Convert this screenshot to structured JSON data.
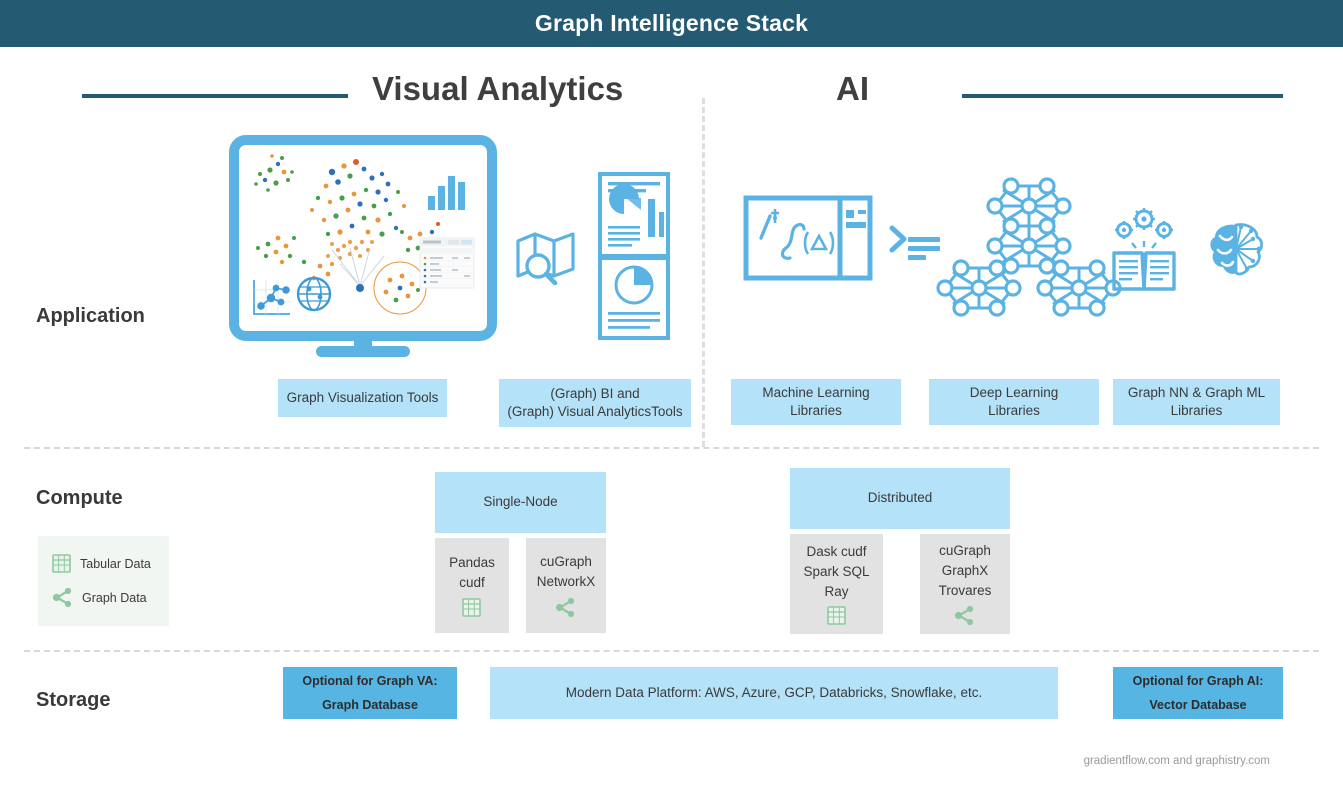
{
  "header": {
    "title": "Graph Intelligence Stack"
  },
  "columns": {
    "left": {
      "heading": "Visual Analytics"
    },
    "right": {
      "heading": "AI"
    }
  },
  "rows": {
    "application": {
      "label": "Application"
    },
    "compute": {
      "label": "Compute"
    },
    "storage": {
      "label": "Storage"
    }
  },
  "application": {
    "boxes": [
      {
        "name": "graph-visualization-tools",
        "lines": [
          "Graph Visualization Tools"
        ]
      },
      {
        "name": "graph-bi-and-visual-analytics-tools",
        "lines": [
          "(Graph) BI and",
          "(Graph) Visual AnalyticsTools"
        ]
      },
      {
        "name": "machine-learning-libraries",
        "lines": [
          "Machine Learning",
          "Libraries"
        ]
      },
      {
        "name": "deep-learning-libraries",
        "lines": [
          "Deep Learning",
          "Libraries"
        ]
      },
      {
        "name": "graph-nn-and-graph-ml-libraries",
        "lines": [
          "Graph NN & Graph ML",
          "Libraries"
        ]
      }
    ],
    "line1": "Graph Visualization Tools",
    "line2a": "(Graph) BI and",
    "line2b": "(Graph) Visual AnalyticsTools",
    "line3a": "Machine Learning",
    "line3b": "Libraries",
    "line4a": "Deep Learning",
    "line4b": "Libraries",
    "line5a": "Graph NN & Graph ML",
    "line5b": "Libraries"
  },
  "compute": {
    "single_node_label": "Single-Node",
    "distributed_label": "Distributed",
    "pandas": {
      "l1": "Pandas",
      "l2": "cudf",
      "icon": "tabular-data-icon"
    },
    "cugraph_nx": {
      "l1": "cuGraph",
      "l2": "NetworkX",
      "icon": "graph-data-icon"
    },
    "dask": {
      "l1": "Dask cudf",
      "l2": "Spark SQL",
      "l3": "Ray",
      "icon": "tabular-data-icon"
    },
    "cugraph_gx": {
      "l1": "cuGraph",
      "l2": "GraphX",
      "l3": "Trovares",
      "icon": "graph-data-icon"
    }
  },
  "legend": {
    "tabular": "Tabular Data",
    "graph": "Graph Data"
  },
  "storage": {
    "left_box": {
      "l1": "Optional for Graph VA:",
      "l2": "Graph Database"
    },
    "center_box": {
      "l1": "Modern Data Platform: AWS, Azure, GCP, Databricks, Snowflake, etc."
    },
    "right_box": {
      "l1": "Optional for Graph AI:",
      "l2": "Vector Database"
    }
  },
  "footer": {
    "credit": "gradientflow.com and graphistry.com"
  },
  "colors": {
    "header_bg": "#245a72",
    "accent_rule": "#245a72",
    "light_blue": "#b4e2f8",
    "mid_blue": "#57b5e3",
    "illustration_blue": "#5bb3e4",
    "gray_box": "#e2e2e2",
    "legend_bg": "#f1f6f2",
    "legend_icon_green": "#8fc8a0",
    "divider": "#d8d8d8",
    "text": "#3a3a3a",
    "footer_text": "#9a9a9a"
  }
}
